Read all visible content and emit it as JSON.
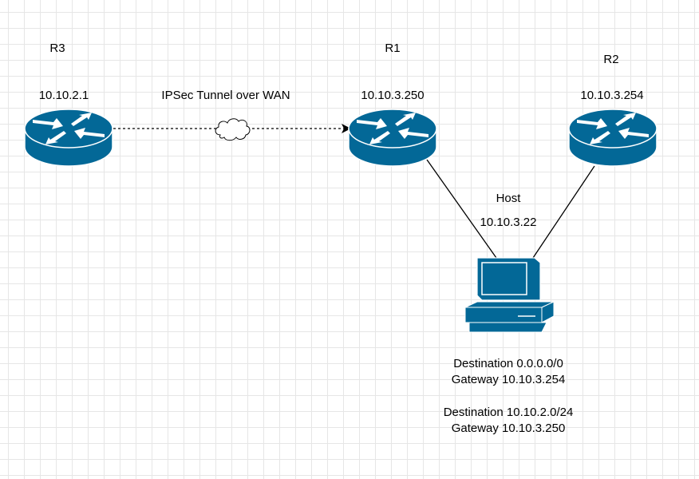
{
  "colors": {
    "device": "#036897",
    "device_stroke": "#ffffff",
    "link": "#000000",
    "grid": "#e6e6e6"
  },
  "routers": [
    {
      "id": "r3",
      "name": "R3",
      "ip": "10.10.2.1",
      "icon": "router-icon"
    },
    {
      "id": "r1",
      "name": "R1",
      "ip": "10.10.3.250",
      "icon": "router-icon"
    },
    {
      "id": "r2",
      "name": "R2",
      "ip": "10.10.3.254",
      "icon": "router-icon"
    }
  ],
  "tunnel": {
    "label": "IPSec Tunnel over WAN",
    "icon": "cloud-icon"
  },
  "host": {
    "name": "Host",
    "ip": "10.10.3.22",
    "icon": "workstation-icon",
    "routes": [
      {
        "destination": "Destination 0.0.0.0/0",
        "gateway": "Gateway 10.10.3.254"
      },
      {
        "destination": "Destination 10.10.2.0/24",
        "gateway": "Gateway 10.10.3.250"
      }
    ]
  }
}
